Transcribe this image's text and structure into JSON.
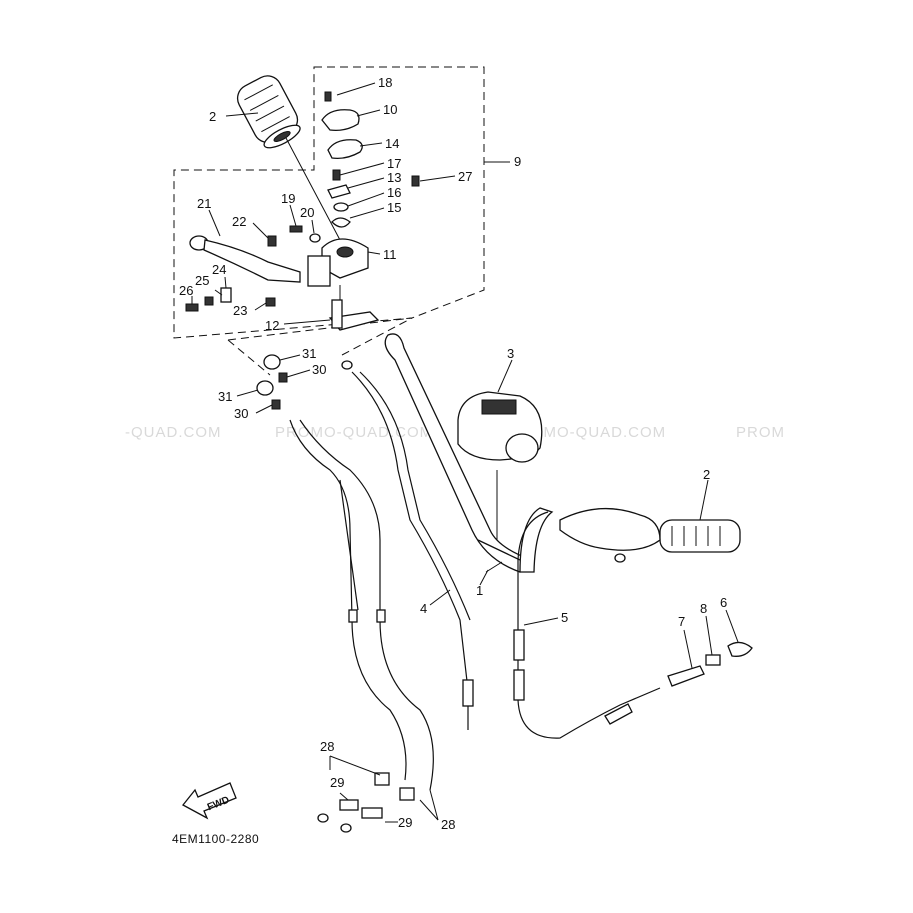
{
  "watermarks": [
    "-QUAD.COM",
    "PROMO-QUAD.COM",
    "PROMO-QUAD.COM",
    "PROM"
  ],
  "part_code": "4EM1100-2280",
  "fwd_label": "FWD",
  "callouts": {
    "c18": "18",
    "c10": "10",
    "c14": "14",
    "c17": "17",
    "c13": "13",
    "c16": "16",
    "c15": "15",
    "c27": "27",
    "c9": "9",
    "c2a": "2",
    "c21": "21",
    "c22": "22",
    "c19": "19",
    "c20": "20",
    "c11": "11",
    "c25": "25",
    "c24": "24",
    "c26": "26",
    "c23": "23",
    "c12": "12",
    "c31a": "31",
    "c30a": "30",
    "c31b": "31",
    "c30b": "30",
    "c3": "3",
    "c2b": "2",
    "c1": "1",
    "c4": "4",
    "c5": "5",
    "c7": "7",
    "c8": "8",
    "c6": "6",
    "c28a": "28",
    "c29a": "29",
    "c29b": "29",
    "c28b": "28"
  }
}
